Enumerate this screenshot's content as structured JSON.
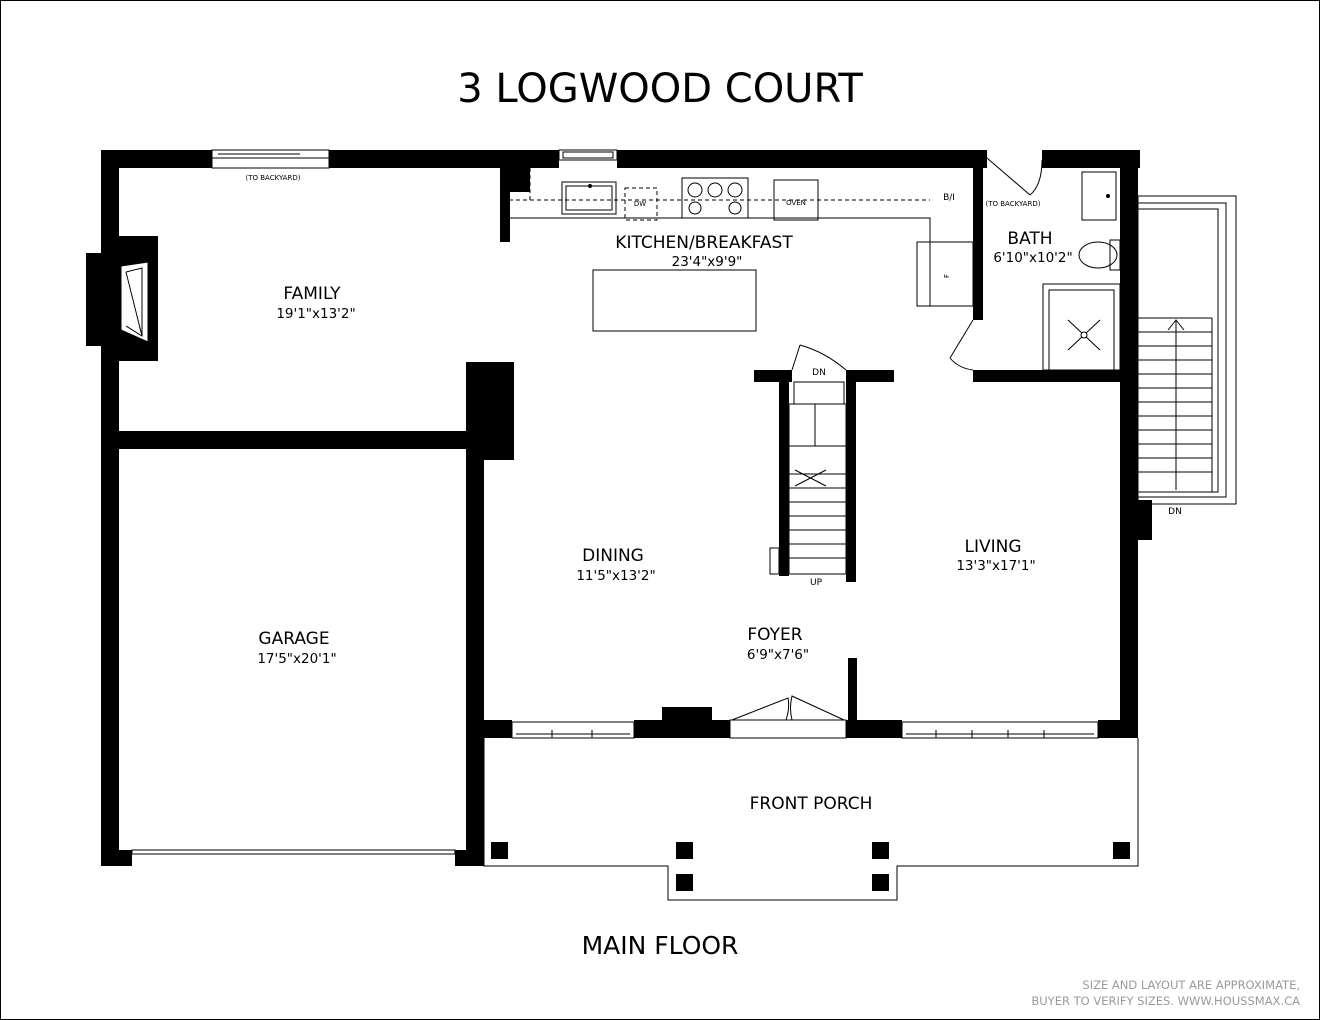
{
  "title": "3 LOGWOOD COURT",
  "floor_label": "MAIN FLOOR",
  "disclaimer": {
    "line1": "SIZE AND LAYOUT ARE APPROXIMATE,",
    "line2": "BUYER TO VERIFY SIZES. WWW.HOUSSMAX.CA"
  },
  "rooms": {
    "family": {
      "name": "FAMILY",
      "dims": "19'1\"x13'2\""
    },
    "kitchen": {
      "name": "KITCHEN/BREAKFAST",
      "dims": "23'4\"x9'9\""
    },
    "bath": {
      "name": "BATH",
      "dims": "6'10\"x10'2\""
    },
    "dining": {
      "name": "DINING",
      "dims": "11'5\"x13'2\""
    },
    "living": {
      "name": "LIVING",
      "dims": "13'3\"x17'1\""
    },
    "foyer": {
      "name": "FOYER",
      "dims": "6'9\"x7'6\""
    },
    "garage": {
      "name": "GARAGE",
      "dims": "17'5\"x20'1\""
    },
    "porch": {
      "name": "FRONT PORCH"
    }
  },
  "annotations": {
    "to_backyard_family": "(TO BACKYARD)",
    "to_backyard_bath": "(TO BACKYARD)",
    "dw": "DW",
    "oven": "OVEN",
    "bi": "B/I",
    "fridge": "F",
    "stair_dn": "DN",
    "stair_up": "UP",
    "deck_dn": "DN"
  }
}
